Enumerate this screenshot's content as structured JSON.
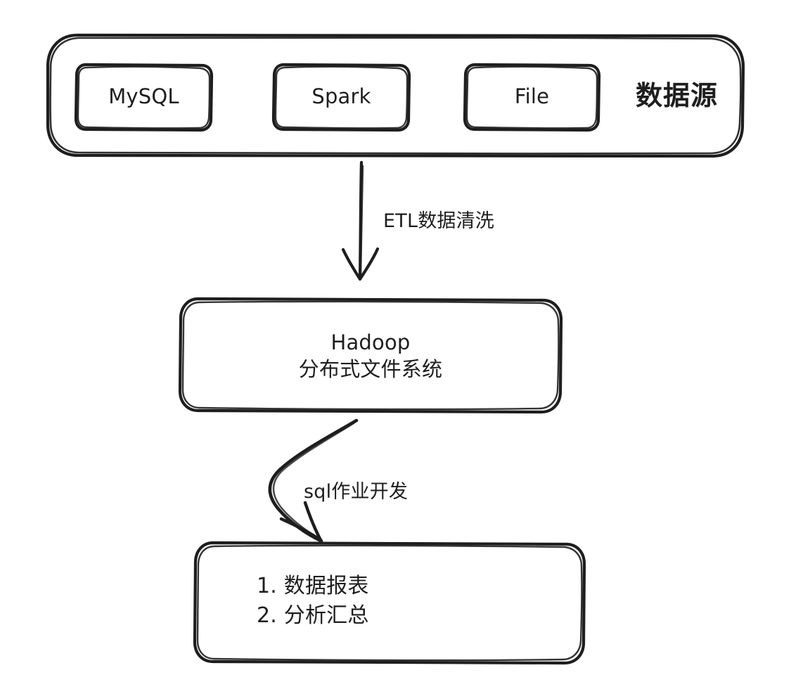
{
  "diagram": {
    "title_visible": false,
    "background_color": "#ffffff",
    "stroke_color": "#1e1e1e",
    "style": "hand-drawn-sketch",
    "source_group": {
      "label": "数据源",
      "nodes": [
        {
          "label": "MySQL"
        },
        {
          "label": "Spark"
        },
        {
          "label": "File"
        }
      ]
    },
    "edges": [
      {
        "label": "ETL数据清洗",
        "from": "数据源",
        "to": "Hadoop",
        "kind": "straight-down-arrow"
      },
      {
        "label": "sql作业开发",
        "from": "Hadoop",
        "to": "outputs",
        "kind": "curved-arrow"
      }
    ],
    "storage_node": {
      "line1": "Hadoop",
      "line2": "分布式文件系统"
    },
    "output_node": {
      "items": [
        "1. 数据报表",
        "2. 分析汇总"
      ]
    }
  }
}
